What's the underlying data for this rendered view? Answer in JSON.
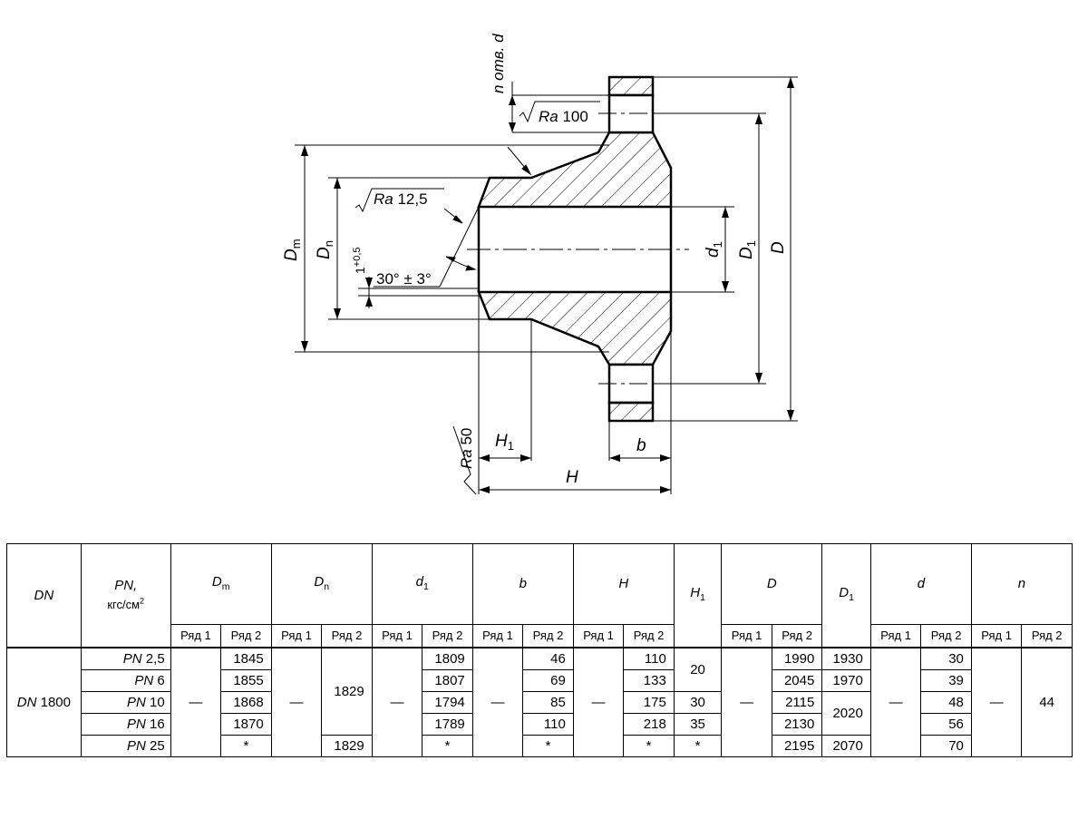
{
  "drawing": {
    "labels": {
      "holes": "n отв. d",
      "ra100": "Ra 100",
      "ra125": "Ra 12,5",
      "ra50": "Ra 50",
      "angle": "30° ± 3°",
      "tol": "1+0,5",
      "Dm": "Dm",
      "Dn": "Dn",
      "d1": "d1",
      "D1": "D1",
      "D": "D",
      "H1": "H1",
      "H": "H",
      "b": "b"
    }
  },
  "table": {
    "headers": {
      "dn": "DN",
      "pn": "PN,",
      "pn_unit": "кгс/см",
      "pn_unit_sup": "2",
      "dm": "D",
      "dm_sub": "m",
      "dn2": "D",
      "dn2_sub": "n",
      "d1": "d",
      "d1_sub": "1",
      "b": "b",
      "h": "H",
      "h1": "H",
      "h1_sub": "1",
      "d": "D",
      "dd1": "D",
      "dd1_sub": "1",
      "dsmall": "d",
      "n": "n",
      "row1": "Ряд 1",
      "row2": "Ряд 2"
    },
    "dn_value": "DN 1800",
    "dash": "—",
    "rows": [
      {
        "pn": "PN 2,5",
        "dm2": "1845",
        "d1_2": "1809",
        "b2": "46",
        "h2": "110",
        "D2": "1990",
        "D1": "1930",
        "d2": "30"
      },
      {
        "pn": "PN 6",
        "dm2": "1855",
        "d1_2": "1807",
        "b2": "69",
        "h2": "133",
        "D2": "2045",
        "D1": "1970",
        "d2": "39"
      },
      {
        "pn": "PN 10",
        "dm2": "1868",
        "d1_2": "1794",
        "b2": "85",
        "h2": "175",
        "D2": "2115",
        "d2": "48"
      },
      {
        "pn": "PN 16",
        "dm2": "1870",
        "d1_2": "1789",
        "b2": "110",
        "h2": "218",
        "D2": "2130",
        "d2": "56"
      },
      {
        "pn": "PN 25",
        "dm2": "*",
        "d1_2": "*",
        "b2": "*",
        "h2": "*",
        "D2": "2195",
        "D1": "2070",
        "d2": "70"
      }
    ],
    "dn2_pn2_to_16": "1829",
    "dn2_pn25": "1829",
    "h1_pn2_6": "20",
    "h1_pn10": "30",
    "h1_pn16": "35",
    "h1_pn25": "*",
    "D1_pn10_16": "2020",
    "n_value": "44"
  }
}
